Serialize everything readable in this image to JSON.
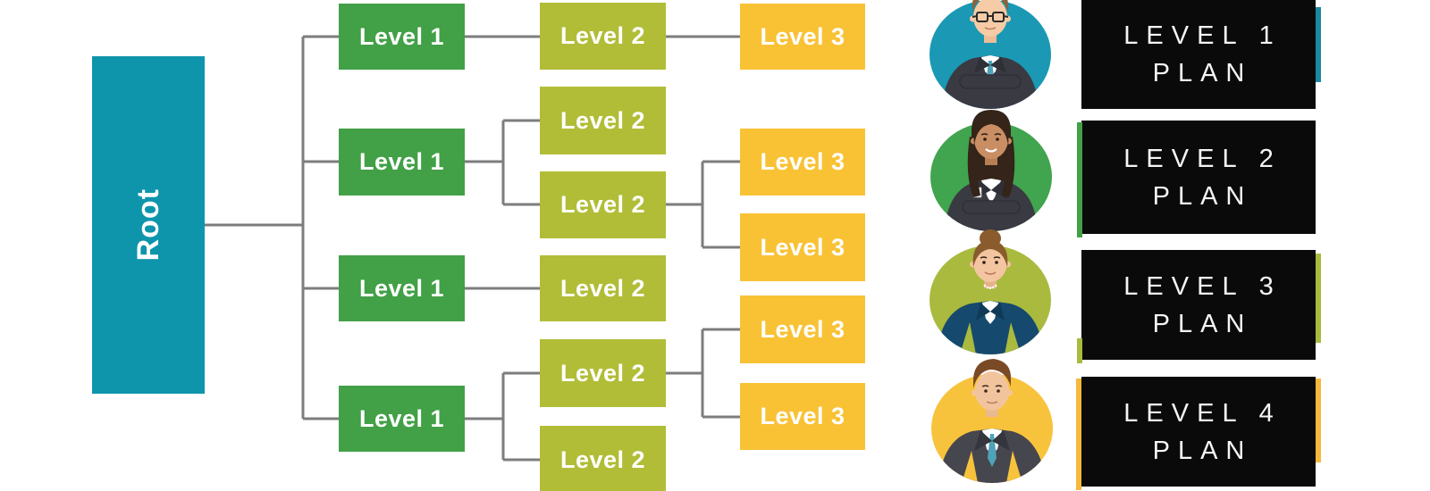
{
  "palette": {
    "root_teal": "#0E95AC",
    "level1_green": "#42A047",
    "level2_olive": "#B1BD36",
    "level3_yellow": "#F9C235",
    "connector_gray": "#7D7D7D",
    "plan_card_black": "#0A0A0A",
    "plan_text_white": "#F5F5F5",
    "accent_teal": "#1D87A0",
    "accent_green": "#43A047",
    "accent_olive": "#A9BA3E",
    "accent_yellow": "#F5B83D"
  },
  "tree": {
    "root": {
      "label": "Root"
    },
    "level1_nodes": [
      {
        "label": "Level 1"
      },
      {
        "label": "Level 1"
      },
      {
        "label": "Level 1"
      },
      {
        "label": "Level 1"
      }
    ],
    "level2_nodes": [
      {
        "label": "Level 2"
      },
      {
        "label": "Level 2"
      },
      {
        "label": "Level 2"
      },
      {
        "label": "Level 2"
      },
      {
        "label": "Level 2"
      },
      {
        "label": "Level 2"
      }
    ],
    "level3_nodes": [
      {
        "label": "Level 3"
      },
      {
        "label": "Level 3"
      },
      {
        "label": "Level 3"
      },
      {
        "label": "Level 3"
      },
      {
        "label": "Level 3"
      }
    ]
  },
  "plans": [
    {
      "line1": "LEVEL 1",
      "line2": "PLAN"
    },
    {
      "line1": "LEVEL 2",
      "line2": "PLAN"
    },
    {
      "line1": "LEVEL 3",
      "line2": "PLAN"
    },
    {
      "line1": "LEVEL 4",
      "line2": "PLAN"
    }
  ],
  "avatars": [
    {
      "icon": "man-glasses-crossed-arms-avatar",
      "bg": "#1A98B4"
    },
    {
      "icon": "woman-long-hair-crossed-arms-avatar",
      "bg": "#41A44F"
    },
    {
      "icon": "woman-updo-hands-on-hips-avatar",
      "bg": "#A9BA3E"
    },
    {
      "icon": "man-hands-on-hips-avatar",
      "bg": "#F8C33C"
    }
  ]
}
